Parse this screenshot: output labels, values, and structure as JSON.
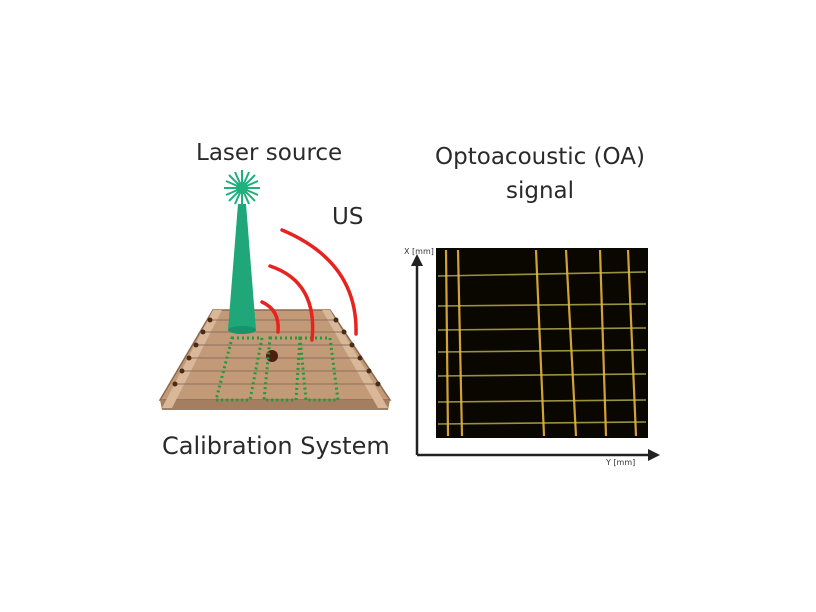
{
  "labels": {
    "laser_source": "Laser source",
    "optoacoustic_signal_line1": "Optoacoustic (OA)",
    "optoacoustic_signal_line2": "signal",
    "us": "US",
    "calibration_system": "Calibration System",
    "x_axis": "X [mm]",
    "y_axis": "Y [mm]"
  },
  "colors": {
    "laser_beam": "#1fa77a",
    "laser_star": "#1fb07e",
    "us_waves": "#e8231f",
    "board": "#c29a78",
    "board_edge": "#9d7656",
    "dashed_regions": "#1f9b3a",
    "oa_background": "#0a0700",
    "oa_lines": "#e8b43a"
  }
}
